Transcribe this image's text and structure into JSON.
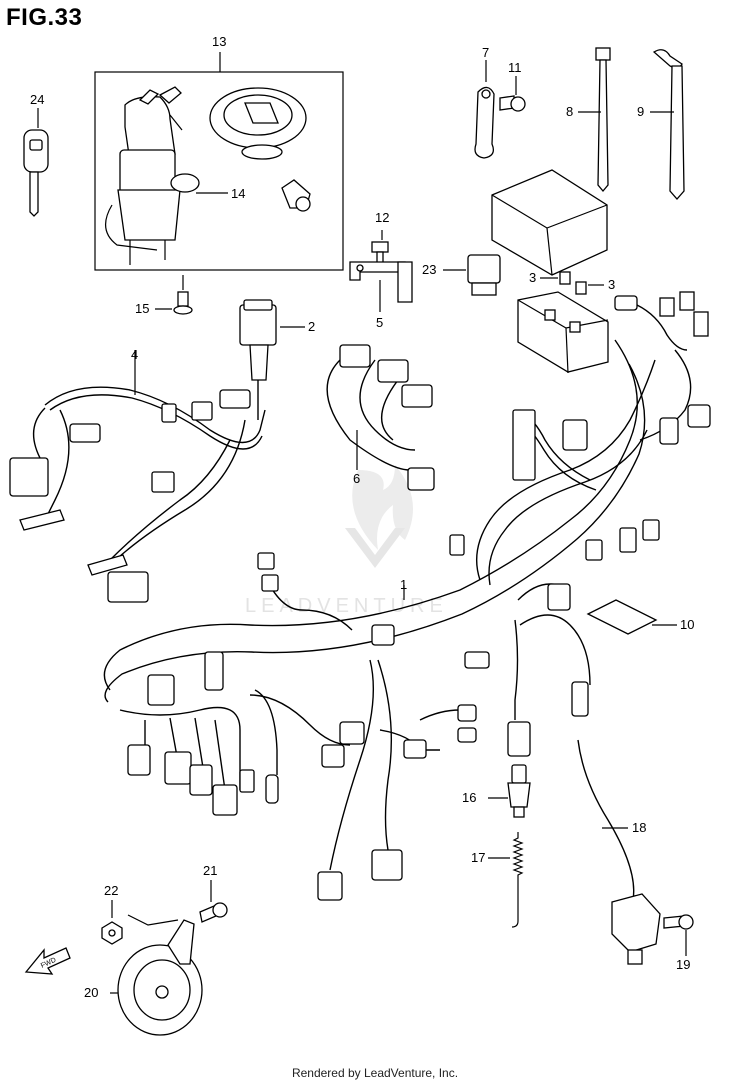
{
  "figure": {
    "title": "FIG.33"
  },
  "callouts": [
    {
      "id": "1",
      "label": "1"
    },
    {
      "id": "2",
      "label": "2"
    },
    {
      "id": "3a",
      "label": "3"
    },
    {
      "id": "3b",
      "label": "3"
    },
    {
      "id": "4",
      "label": "4"
    },
    {
      "id": "5",
      "label": "5"
    },
    {
      "id": "6",
      "label": "6"
    },
    {
      "id": "7",
      "label": "7"
    },
    {
      "id": "8",
      "label": "8"
    },
    {
      "id": "9",
      "label": "9"
    },
    {
      "id": "10",
      "label": "10"
    },
    {
      "id": "11",
      "label": "11"
    },
    {
      "id": "12",
      "label": "12"
    },
    {
      "id": "13",
      "label": "13"
    },
    {
      "id": "14",
      "label": "14"
    },
    {
      "id": "15",
      "label": "15"
    },
    {
      "id": "16",
      "label": "16"
    },
    {
      "id": "17",
      "label": "17"
    },
    {
      "id": "18",
      "label": "18"
    },
    {
      "id": "19",
      "label": "19"
    },
    {
      "id": "20",
      "label": "20"
    },
    {
      "id": "21",
      "label": "21"
    },
    {
      "id": "22",
      "label": "22"
    },
    {
      "id": "23",
      "label": "23"
    },
    {
      "id": "24",
      "label": "24"
    }
  ],
  "fwd_arrow": {
    "label": "FWD"
  },
  "watermark": {
    "text": "LEADVENTURE"
  },
  "footer": {
    "text": "Rendered by LeadVenture, Inc."
  }
}
